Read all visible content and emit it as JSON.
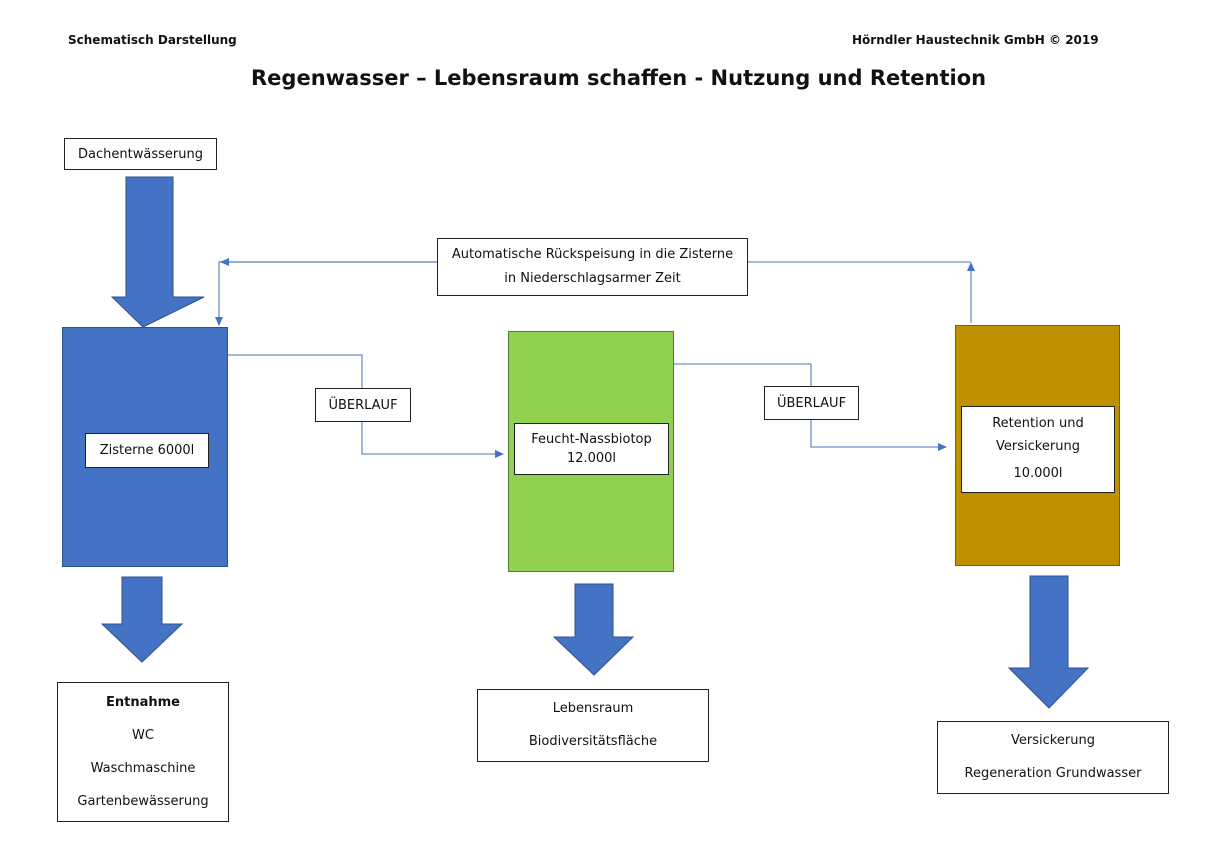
{
  "header": {
    "left": "Schematisch Darstellung",
    "right": "Hörndler Haustechnik GmbH © 2019",
    "title": "Regenwasser – Lebensraum schaffen - Nutzung und Retention"
  },
  "colors": {
    "arrow_blue": "#4472c4",
    "connector": "#6f8fc4",
    "zisterne": "#4472c4",
    "biotop": "#92d050",
    "retention": "#bf9000"
  },
  "nodes": {
    "dachentwaesserung": "Dachentwässerung",
    "rueckspeisung": [
      "Automatische Rückspeisung in die Zisterne",
      "in Niederschlagsarmer Zeit"
    ],
    "ueberlauf_1": "ÜBERLAUF",
    "ueberlauf_2": "ÜBERLAUF",
    "zisterne": "Zisterne 6000l",
    "biotop": [
      "Feucht-Nassbiotop",
      "12.000l"
    ],
    "retention": [
      "Retention und",
      "Versickerung",
      "10.000l"
    ],
    "entnahme": {
      "title": "Entnahme",
      "items": [
        "WC",
        "Waschmaschine",
        "Gartenbewässerung"
      ]
    },
    "lebensraum": [
      "Lebensraum",
      "Biodiversitätsfläche"
    ],
    "versickerung": [
      "Versickerung",
      "Regeneration Grundwasser"
    ]
  }
}
